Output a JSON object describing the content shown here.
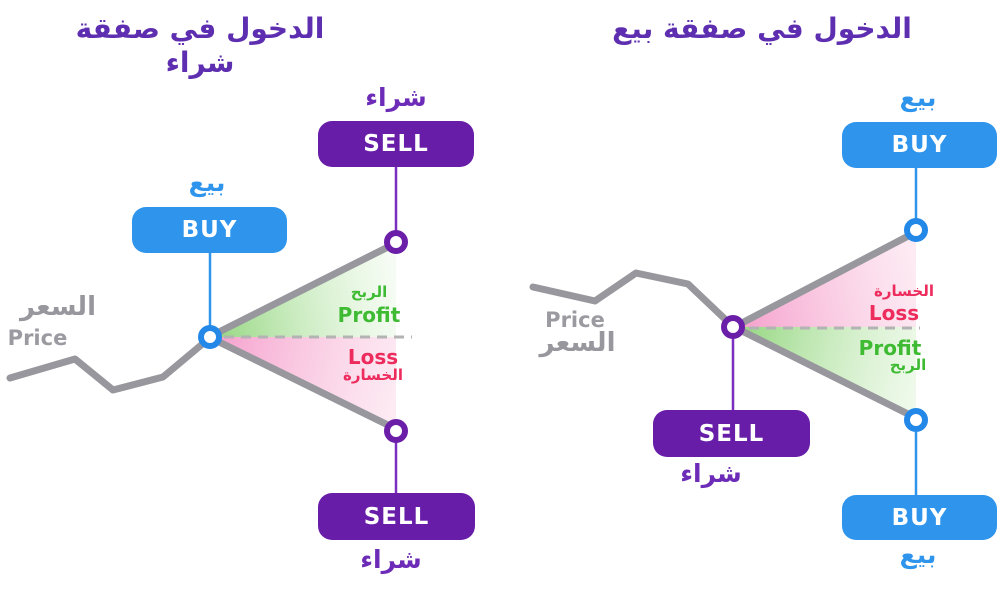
{
  "left_panel": {
    "title": "الدخول في صفقة شراء",
    "top": {
      "label_ar": "شراء",
      "button": "SELL"
    },
    "entry": {
      "label_ar": "بيع",
      "button": "BUY"
    },
    "price": {
      "ar": "السعر",
      "en": "Price"
    },
    "profit": {
      "ar": "الربح",
      "en": "Profit"
    },
    "loss": {
      "en": "Loss",
      "ar": "الخسارة"
    },
    "bottom": {
      "button": "SELL",
      "label_ar": "شراء"
    }
  },
  "right_panel": {
    "title": "الدخول في صفقة بيع",
    "top": {
      "label_ar": "بيع",
      "button": "BUY"
    },
    "entry": {
      "button": "SELL",
      "label_ar": "شراء"
    },
    "price": {
      "en": "Price",
      "ar": "السعر"
    },
    "loss": {
      "ar": "الخسارة",
      "en": "Loss"
    },
    "profit": {
      "en": "Profit",
      "ar": "الربح"
    },
    "bottom": {
      "button": "BUY",
      "label_ar": "بيع"
    }
  },
  "colors": {
    "title_purple": "#5e2eb0",
    "sell_purple": "#671da8",
    "buy_blue": "#2e94ec",
    "price_gray": "#97979d",
    "profit_green": "#3fbb33",
    "loss_red": "#ed2b5d",
    "profit_fill": "#6ec853",
    "loss_fill": "#f06ab0"
  }
}
